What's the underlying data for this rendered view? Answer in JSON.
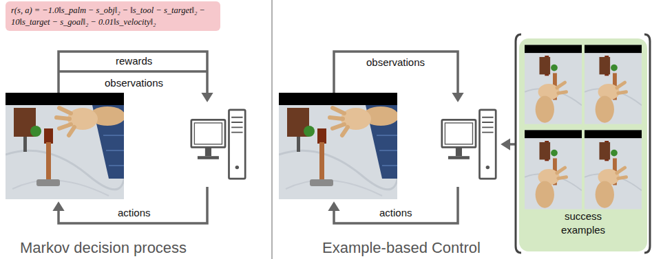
{
  "diagram": {
    "nodes": [
      {
        "text": [
          "r(s, a) = −1.0‖s_palm − s_obj‖₂ − ‖s_tool − s_target‖₂ − 10‖s_target − s_goal‖₂ − 0.01‖s_velocity‖₂"
        ]
      },
      {
        "text": [
          "success examples"
        ]
      }
    ],
    "labels": [
      "rewards",
      "observations",
      "actions",
      "observations",
      "actions",
      "Markov decision process",
      "Example-based Control"
    ]
  }
}
